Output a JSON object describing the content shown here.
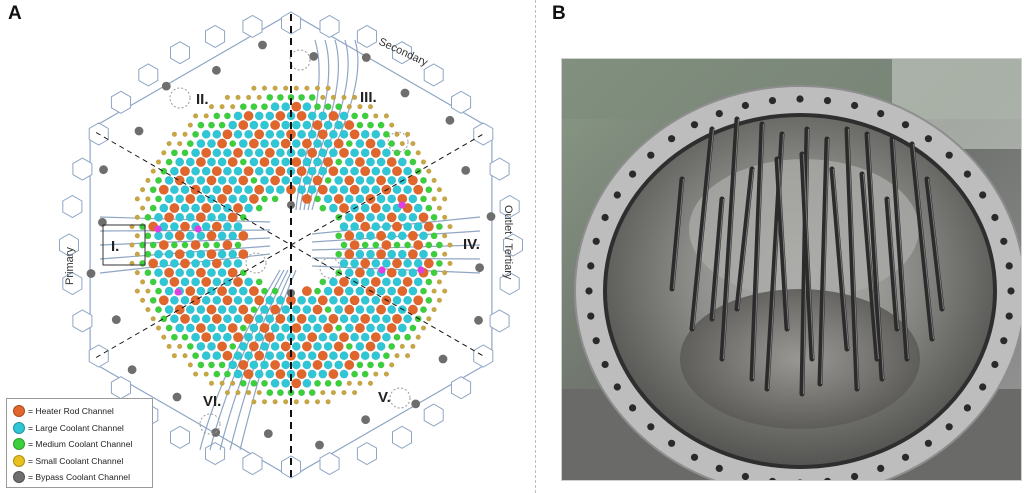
{
  "panel_a": {
    "letter": "A",
    "labels": {
      "secondary": "Secondary",
      "outlet_tertiary": "Outlet / Tertiary",
      "primary": "Primary"
    },
    "regions": [
      "I.",
      "II.",
      "III.",
      "IV.",
      "V.",
      "VI."
    ],
    "legend": [
      {
        "label": "= Heater Rod Channel",
        "color": "#e0662b"
      },
      {
        "label": "= Large Coolant Channel",
        "color": "#2fc6d6"
      },
      {
        "label": "= Medium Coolant Channel",
        "color": "#3ccf3c"
      },
      {
        "label": "= Small Coolant Channel",
        "color": "#e8c020"
      },
      {
        "label": "= Bypass Coolant Channel",
        "color": "#6e6e6e"
      }
    ],
    "colors": {
      "heater": "#e0662b",
      "large": "#2fc6d6",
      "medium": "#3ccf3c",
      "small": "#c9a640",
      "bypass": "#6e6e6e",
      "marker": "#e040e0",
      "outline": "#8fa6c4"
    }
  },
  "panel_b": {
    "letter": "B",
    "photo_description_icon": "reactor-vessel-photo"
  }
}
